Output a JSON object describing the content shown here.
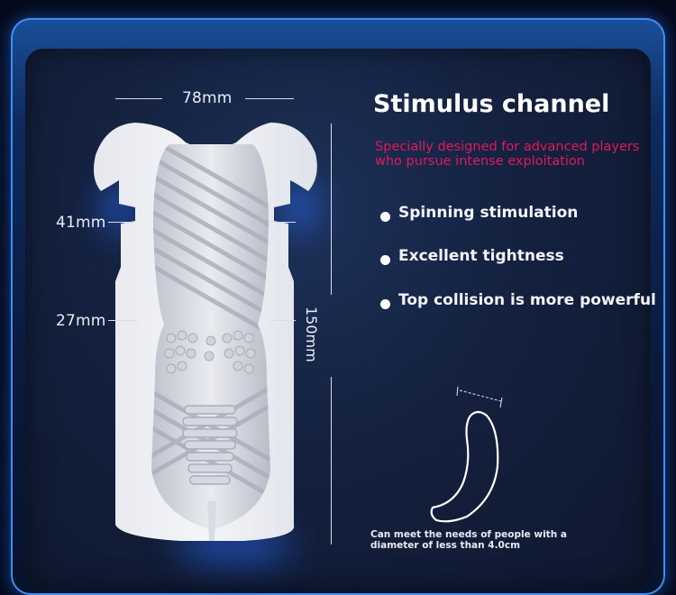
{
  "product_diagram": {
    "width_label": "78mm",
    "upper_diameter_label": "41mm",
    "lower_diameter_label": "27mm",
    "length_label": "150mm"
  },
  "content": {
    "title": "Stimulus channel",
    "subtitle": "Specially designed for advanced players who pursue intense exploitation",
    "features": [
      "Spinning stimulation",
      "Excellent tightness",
      "Top collision is more powerful"
    ],
    "note": "Can meet the needs of people with a diameter of less than 4.0cm"
  },
  "colors": {
    "accent": "#e2195b",
    "frame_border": "#3f8df0",
    "background": "#050a1c"
  }
}
